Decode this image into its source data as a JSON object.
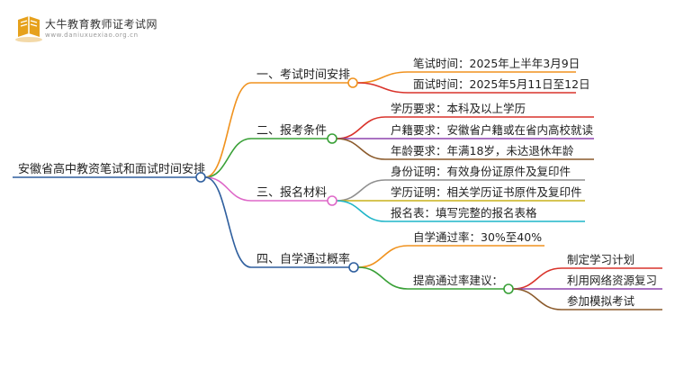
{
  "brand": {
    "name": "大牛教育教师证考试网",
    "url": "www.daniuxuexiao.org.cn"
  },
  "root": "安徽省高中教资笔试和面试时间安排",
  "branches": [
    {
      "label": "一、考试时间安排",
      "children": [
        {
          "label": "笔试时间：2025年上半年3月9日"
        },
        {
          "label": "面试时间：2025年5月11日至12日"
        }
      ]
    },
    {
      "label": "二、报考条件",
      "children": [
        {
          "label": "学历要求：本科及以上学历"
        },
        {
          "label": "户籍要求：安徽省户籍或在省内高校就读"
        },
        {
          "label": "年龄要求：年满18岁，未达退休年龄"
        }
      ]
    },
    {
      "label": "三、报名材料",
      "children": [
        {
          "label": "身份证明：有效身份证原件及复印件"
        },
        {
          "label": "学历证明：相关学历证书原件及复印件"
        },
        {
          "label": "报名表：填写完整的报名表格"
        }
      ]
    },
    {
      "label": "四、自学通过概率",
      "children": [
        {
          "label": "自学通过率：30%至40%"
        },
        {
          "label": "提高通过率建议：",
          "children": [
            {
              "label": "制定学习计划"
            },
            {
              "label": "利用网络资源复习"
            },
            {
              "label": "参加模拟考试"
            }
          ]
        }
      ]
    }
  ],
  "colors": {
    "root_line": "#2f5f9e",
    "branch1": "#f0921e",
    "branch1_items": [
      "#f0921e",
      "#d9332b"
    ],
    "branch2": "#39a037",
    "branch2_items": [
      "#d9332b",
      "#8e44ad",
      "#8b5a2b"
    ],
    "branch3": "#de68c8",
    "branch3_items": [
      "#8f8f8f",
      "#c9b21c",
      "#1fb5c8"
    ],
    "branch4": "#2f5f9e",
    "branch4_items": [
      "#f0921e",
      "#39a037"
    ],
    "sub_items": [
      "#d9332b",
      "#8e44ad",
      "#8b5a2b"
    ],
    "logo": "#e6a11c"
  }
}
